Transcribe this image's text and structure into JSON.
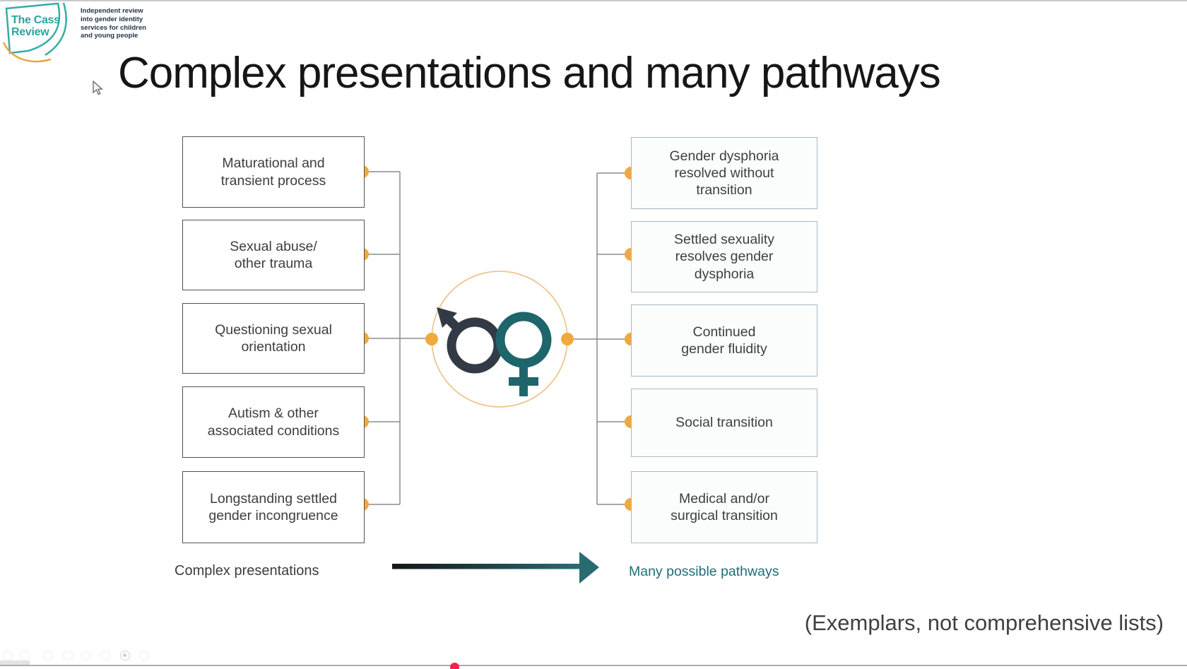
{
  "brand": {
    "logo_text": "The Cass\nReview",
    "tagline": "Independent review\ninto gender identity\nservices for children\nand young people"
  },
  "slide": {
    "title": "Complex presentations and many pathways",
    "left_group_label": "Complex presentations",
    "right_group_label": "Many possible pathways",
    "left_boxes": [
      {
        "label": "Maturational and\ntransient process"
      },
      {
        "label": "Sexual abuse/\nother trauma"
      },
      {
        "label": "Questioning sexual\norientation"
      },
      {
        "label": "Autism & other\nassociated conditions"
      },
      {
        "label": "Longstanding settled\ngender incongruence"
      }
    ],
    "right_boxes": [
      {
        "label": "Gender dysphoria\nresolved without\ntransition"
      },
      {
        "label": "Settled sexuality\nresolves gender\ndysphoria"
      },
      {
        "label": "Continued\ngender fluidity"
      },
      {
        "label": "Social transition"
      },
      {
        "label": "Medical and/or\nsurgical transition"
      }
    ],
    "footnote": "(Exemplars, not comprehensive lists)",
    "center_icon": "interlocked-male-female-gender-symbols"
  },
  "colors": {
    "accent_orange_dot": "#efa93c",
    "center_circle_ring": "#edc68e",
    "male_symbol": "#323a45",
    "female_symbol": "#1f656c",
    "left_box_border": "#525252",
    "right_box_border": "#a6b9c2",
    "connector_gray": "#8c8c8c",
    "brand_teal": "#2ba49f",
    "brand_arc_orange": "#e9a63f",
    "pathways_label_teal": "#1f6e7a",
    "playhead_red": "#f8214c"
  }
}
